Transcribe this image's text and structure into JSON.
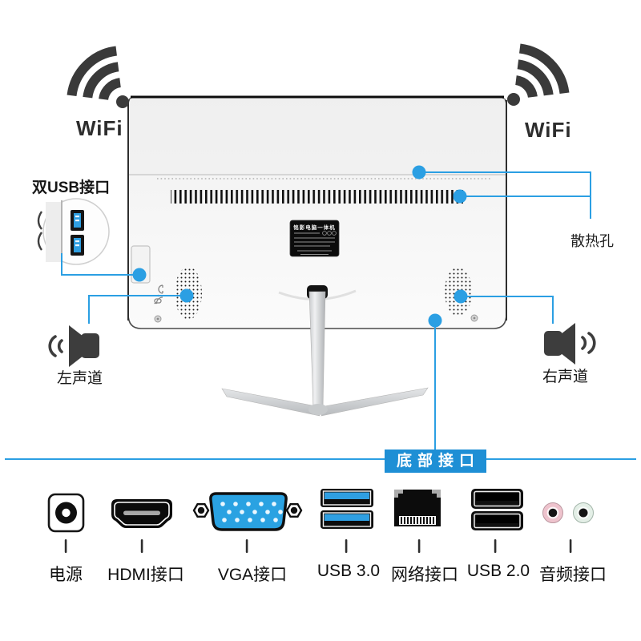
{
  "labels": {
    "wifi_left": "WiFi",
    "wifi_right": "WiFi",
    "dual_usb": "双USB接口",
    "heat_vents": "散热孔",
    "left_channel": "左声道",
    "right_channel": "右声道",
    "bottom_ports": "底部接口"
  },
  "sticker": {
    "title": "铭影电脑一体机"
  },
  "ports": [
    {
      "id": "power",
      "label": "电源"
    },
    {
      "id": "hdmi",
      "label": "HDMI接口"
    },
    {
      "id": "vga",
      "label": "VGA接口"
    },
    {
      "id": "usb3",
      "label": "USB 3.0"
    },
    {
      "id": "ethernet",
      "label": "网络接口"
    },
    {
      "id": "usb2",
      "label": "USB 2.0"
    },
    {
      "id": "audio",
      "label": "音频接口"
    }
  ],
  "colors": {
    "callout_blue": "#2b9fe3",
    "label_box_blue": "#1e8fd5",
    "vga_blue": "#2aa2e2",
    "usb3_blue": "#2f9fe2",
    "mic_jack_pink": "#eec3cd",
    "headphone_jack_green": "#e4efe7",
    "icon_dark": "#3d3d3d"
  }
}
